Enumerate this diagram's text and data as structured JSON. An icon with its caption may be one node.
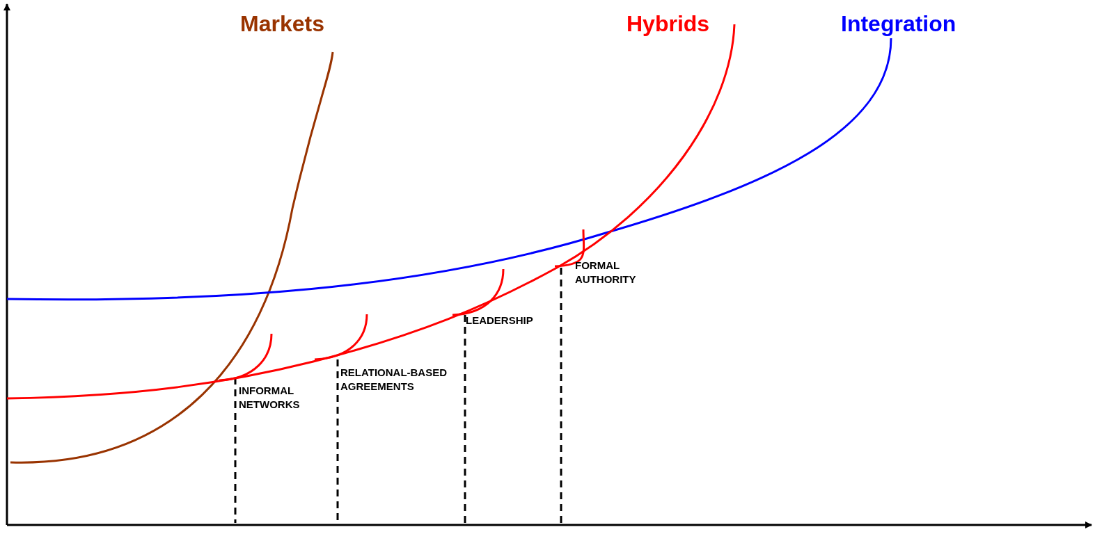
{
  "diagram": {
    "labels": [
      "Markets",
      "Hybrids",
      "Integration",
      "INFORMAL NETWORKS",
      "RELATIONAL-BASED AGREEMENTS",
      "LEADERSHIP",
      "FORMAL AUTHORITY"
    ]
  }
}
